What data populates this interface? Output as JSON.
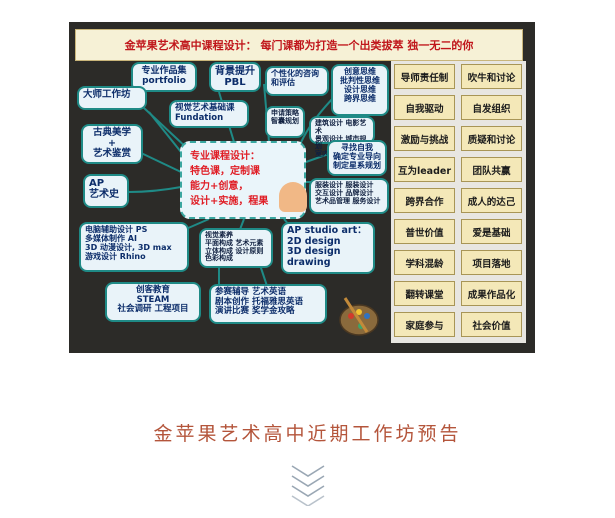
{
  "banner": "金苹果艺术高中课程设计：  每门课都为打造一个出类拔萃    独一无二的你",
  "center": {
    "line1": "专业课程设计：",
    "line2": "特色课，定制课",
    "line3": "能力+创意，",
    "line4": "设计+实施，程果"
  },
  "bubbles": {
    "portfolio": "专业作品集\nportfolio",
    "pbl": "背景提升\nPBL",
    "consult": "个性化的咨询\n和评估",
    "thinking": "创意思维\n批判性思维\n设计思维\n跨界思维",
    "studio": "大师工作坊",
    "fundation": "视觉艺术基础课\nFundation",
    "strategy": "申请策略\n智囊规划",
    "design_list": "建筑设计 电影艺术\n景观设计 城市规划\n室内设计",
    "aesthetics": "古典美学\n+\n艺术鉴赏",
    "self": "寻找自我\n确定专业导向\n制定星系规划",
    "ap": "AP\n艺术史",
    "fashion": "服装设计 服装设计\n交互设计 品牌设计\n艺术品管理 服务设计",
    "computer": "电脑辅助设计   PS\n多媒体制作      AI\n3D 动漫设计, 3D max\n游戏设计       Rhino",
    "visual": "视觉素养\n平面构成  艺术元素\n立体构成  设计原则\n色彩构成",
    "apstudio": "AP studio art：\n2D design\n3D design\ndrawing",
    "steam": "创客教育\nSTEAM\n社会调研 工程项目",
    "english": "参赛辅导  艺术英语\n剧本创作  托福雅思英语\n演讲比赛    奖学金攻略"
  },
  "tiles": [
    "导师责任制",
    "吹牛和讨论",
    "自我驱动",
    "自发组织",
    "激励与挑战",
    "质疑和讨论",
    "互为leader",
    "团队共赢",
    "跨界合作",
    "成人的达己",
    "普世价值",
    "爱是基础",
    "学科混龄",
    "项目落地",
    "翻转课堂",
    "成果作品化",
    "家庭参与",
    "社会价值"
  ],
  "caption": "金苹果艺术高中近期工作坊预告",
  "colors": {
    "accent": "#b4553b",
    "banner_text": "#c0161b",
    "bubble_border": "#1f8a86"
  }
}
